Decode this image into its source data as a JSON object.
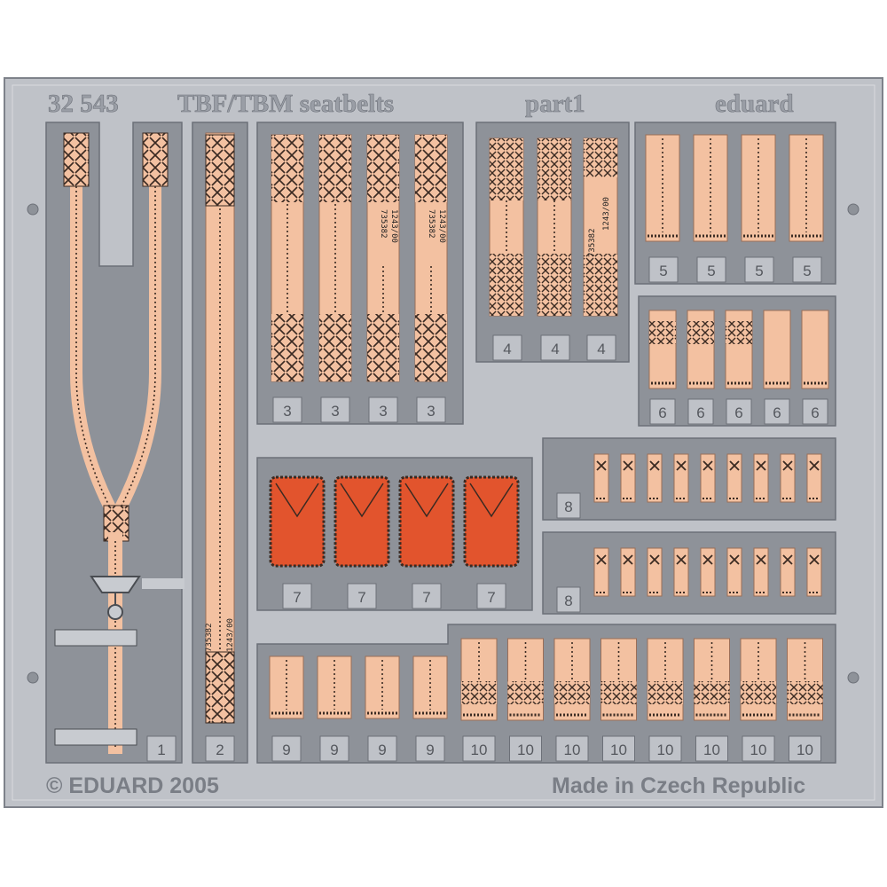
{
  "header": {
    "set_number": "32 543",
    "title": "TBF/TBM seatbelts",
    "part": "part1",
    "brand": "eduard"
  },
  "footer": {
    "copyright": "© EDUARD 2005",
    "origin": "Made in Czech Republic"
  },
  "part_numbers": [
    "1",
    "2",
    "3",
    "4",
    "5",
    "6",
    "7",
    "8",
    "9",
    "10"
  ],
  "etched_codes": [
    "735382",
    "1243/00"
  ],
  "colors": {
    "fret_frame": "#bfc2c8",
    "cavity": "#8e9299",
    "belt": "#f3c1a1",
    "stitch": "#3a2a22",
    "red_pad": "#e2542d"
  }
}
